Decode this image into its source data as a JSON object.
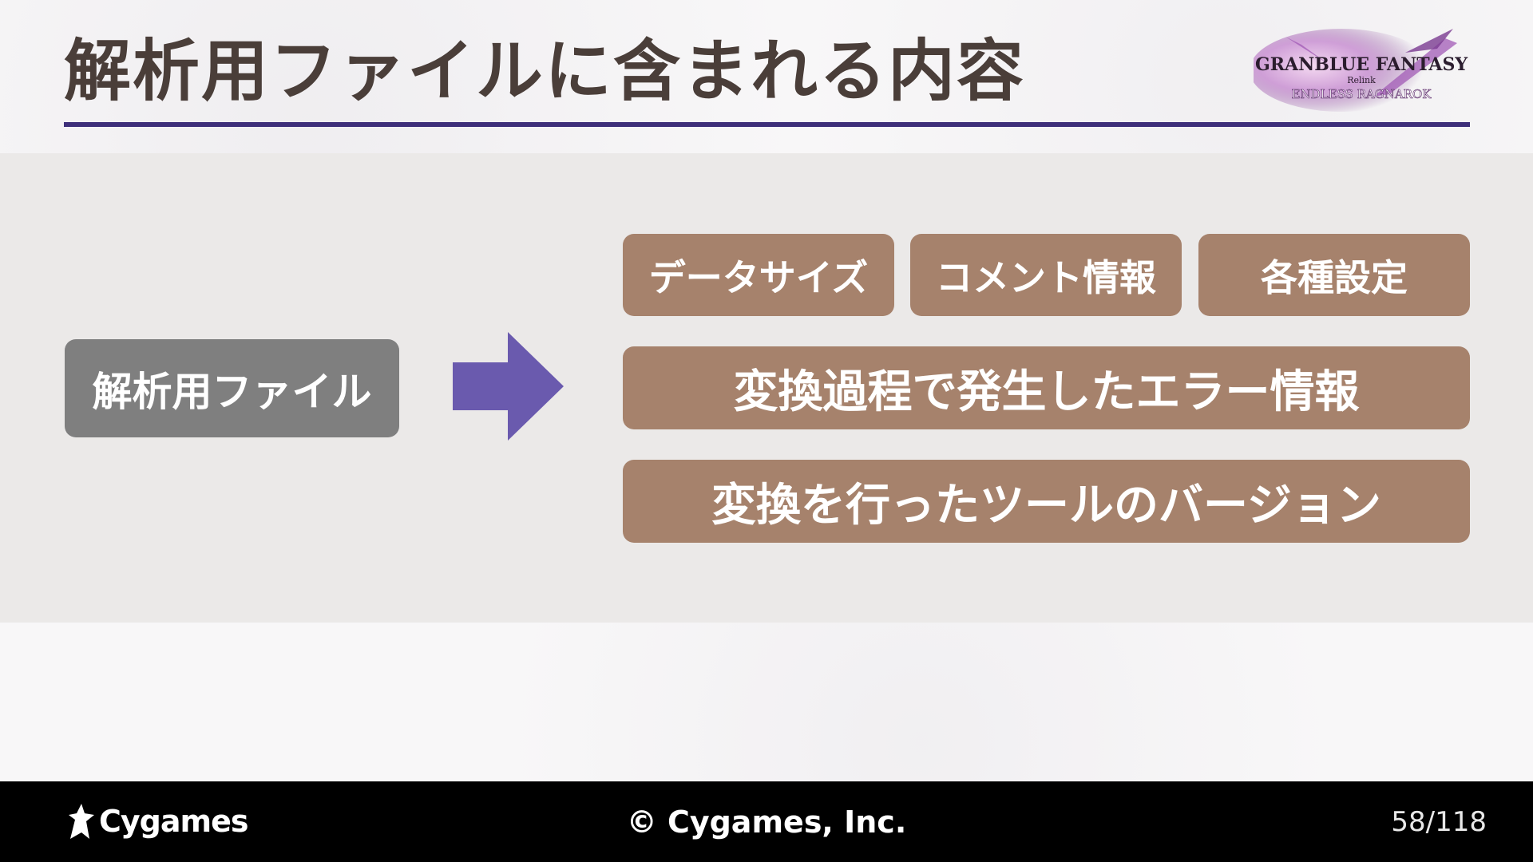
{
  "slide": {
    "title": "解析用ファイルに含まれる内容",
    "logo_text": {
      "line1": "GRANBLUE FANTASY",
      "line2": "Relink",
      "line3": "ENDLESS RAGNAROK"
    },
    "source_label": "解析用ファイル",
    "items": [
      "データサイズ",
      "コメント情報",
      "各種設定",
      "変換過程で発生したエラー情報",
      "変換を行ったツールのバージョン"
    ],
    "colors": {
      "title_text": "#4a3e39",
      "title_rule": "#3e2f7a",
      "source_box": "#7f7f7f",
      "arrow": "#6a5aae",
      "item_box": "#a6826c",
      "panel": "#ebe9e8"
    }
  },
  "footer": {
    "brand": "Cygames",
    "brand_icon": "cygames-logo-icon",
    "copyright": "© Cygames, Inc.",
    "page_number": "58/118"
  }
}
